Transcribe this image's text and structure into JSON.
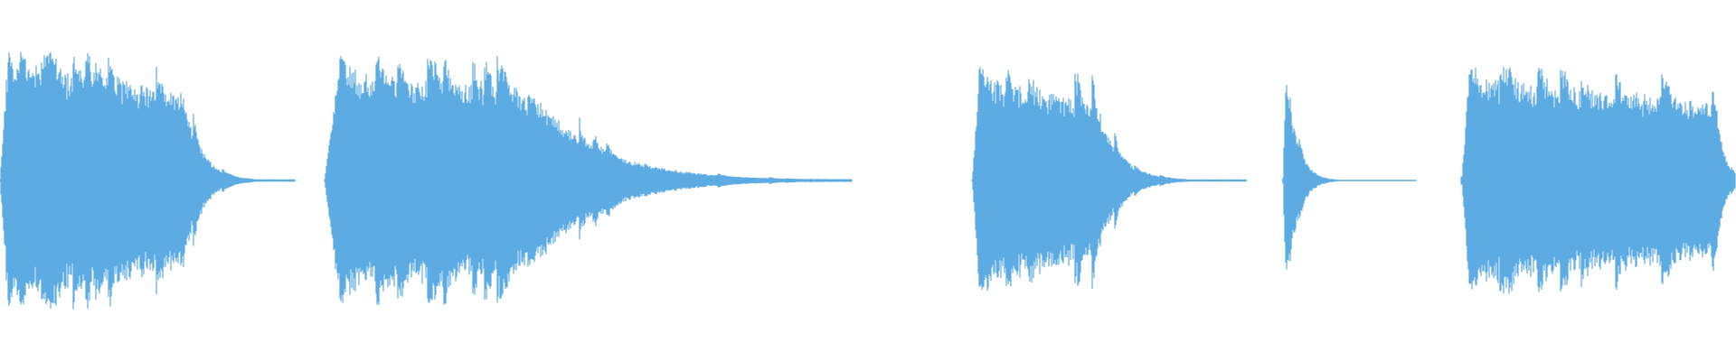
{
  "waveform": {
    "color": "#5dabe3",
    "background": "#ffffff",
    "clips": [
      {
        "id": "clip-1",
        "start": 0.0,
        "end": 0.17,
        "peak": 0.34,
        "sustain": 0.62,
        "decay": 3.2,
        "floor": 0.01,
        "seed": 11
      },
      {
        "id": "clip-2",
        "start": 0.187,
        "end": 0.491,
        "peak": 0.33,
        "sustain": 0.4,
        "decay": 2.4,
        "floor": 0.012,
        "seed": 23
      },
      {
        "id": "clip-3",
        "start": 0.56,
        "end": 0.718,
        "peak": 0.3,
        "sustain": 0.45,
        "decay": 3.4,
        "floor": 0.01,
        "seed": 37
      },
      {
        "id": "clip-4",
        "start": 0.739,
        "end": 0.816,
        "peak": 0.34,
        "sustain": 0.05,
        "decay": 6.0,
        "floor": 0.006,
        "seed": 41
      },
      {
        "id": "clip-5",
        "start": 0.842,
        "end": 1.0,
        "peak": 0.3,
        "sustain": 0.92,
        "decay": 1.2,
        "floor": 0.04,
        "seed": 53
      }
    ]
  }
}
